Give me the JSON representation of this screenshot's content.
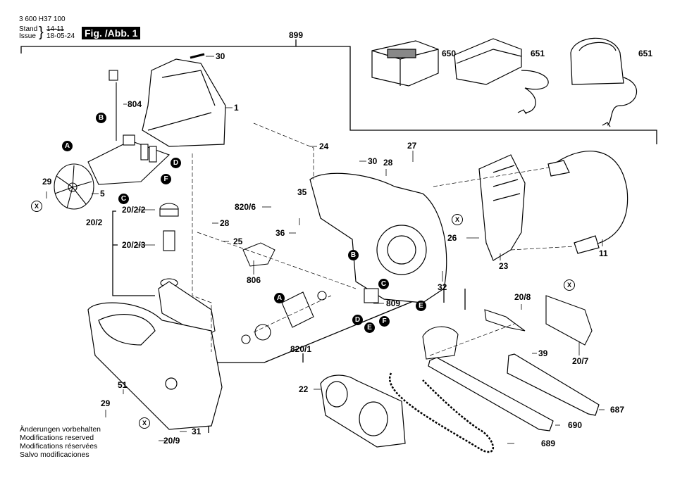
{
  "header": {
    "part_number": "3 600 H37 100",
    "stand_label": "Stand",
    "issue_label": "Issue",
    "stand_value_struck": "14-11",
    "issue_value": "18-05-24",
    "figure_badge": "Fig. /Abb. 1"
  },
  "footer_notes": [
    "Änderungen vorbehalten",
    "Modifications reserved",
    "Modifications réservées",
    "Salvo modificaciones"
  ],
  "parts": {
    "p899": "899",
    "p650": "650",
    "p651a": "651",
    "p651b": "651",
    "p30a": "30",
    "p804": "804",
    "p1": "1",
    "p24": "24",
    "p30b": "30",
    "p28a": "28",
    "p27": "27",
    "p29a": "29",
    "p5": "5",
    "p35": "35",
    "p820_6": "820/6",
    "p28b": "28",
    "p36": "36",
    "p25": "25",
    "p806": "806",
    "p20_2": "20/2",
    "p20_2_2": "20/2/2",
    "p20_2_3": "20/2/3",
    "p26": "26",
    "p23": "23",
    "p11": "11",
    "p32": "32",
    "p809": "809",
    "p20_8": "20/8",
    "p39": "39",
    "p20_7": "20/7",
    "p820_1": "820/1",
    "p22": "22",
    "p687": "687",
    "p690": "690",
    "p689": "689",
    "p51": "51",
    "p29b": "29",
    "p31": "31",
    "p20_9": "20/9"
  },
  "connection_markers": {
    "A": "A",
    "B": "B",
    "C": "C",
    "D": "D",
    "E": "E",
    "F": "F",
    "X": "X"
  }
}
